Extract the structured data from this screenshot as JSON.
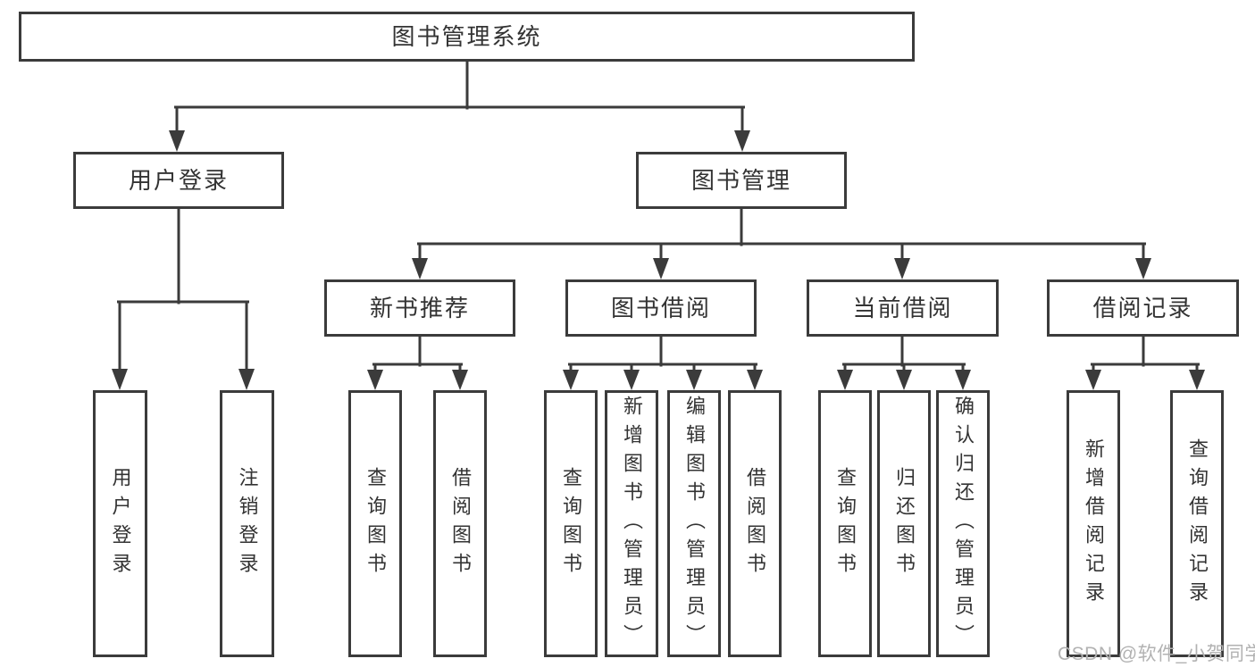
{
  "nodes": {
    "root": {
      "label": "图书管理系统"
    },
    "level2": [
      {
        "label": "用户登录"
      },
      {
        "label": "图书管理"
      }
    ],
    "level3": [
      {
        "label": "新书推荐"
      },
      {
        "label": "图书借阅"
      },
      {
        "label": "当前借阅"
      },
      {
        "label": "借阅记录"
      }
    ]
  },
  "leaves": {
    "user_login": [
      "用户登录",
      "注销登录"
    ],
    "new_book_recommend": [
      "查询图书",
      "借阅图书"
    ],
    "book_borrow": [
      "查询图书",
      "新增图书（管理员）",
      "编辑图书（管理员）",
      "借阅图书"
    ],
    "current_borrow": [
      "查询图书",
      "归还图书",
      "确认归还（管理员）"
    ],
    "borrow_records": [
      "新增借阅记录",
      "查询借阅记录"
    ]
  },
  "watermark": {
    "text": "CSDN @软件_小贺同学"
  },
  "colors": {
    "line": "#3b3b3b",
    "text": "#333333",
    "background": "#ffffff",
    "watermark": "#b2b2b2"
  }
}
